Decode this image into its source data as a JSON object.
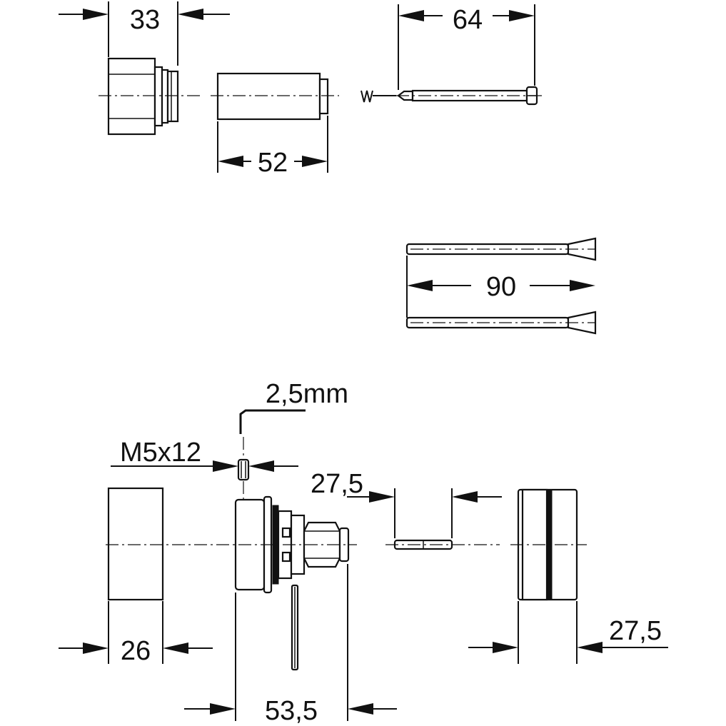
{
  "dimensions": {
    "nut_width": "33",
    "pin_length": "64",
    "sleeve_length": "52",
    "screw_length": "90",
    "hex_key": "2,5mm",
    "set_screw": "M5x12",
    "spindle_extension": "27,5",
    "cap_width": "26",
    "cartridge_extension": "53,5",
    "rosette_width": "27,5"
  },
  "colors": {
    "line": "#111111",
    "background": "#ffffff"
  }
}
